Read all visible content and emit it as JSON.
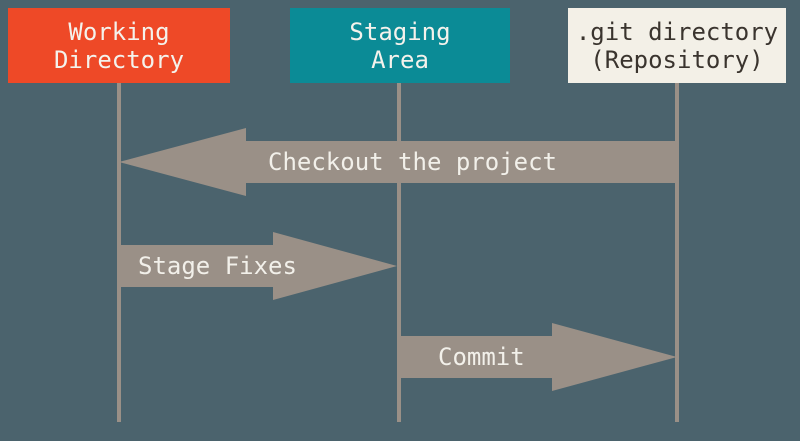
{
  "diagram": {
    "type": "git-sections-sequence-diagram",
    "columns": [
      {
        "id": "working-directory",
        "label_line1": "Working",
        "label_line2": "Directory",
        "fill": "#ee4927",
        "text_color": "#f4f2ec"
      },
      {
        "id": "staging-area",
        "label_line1": "Staging",
        "label_line2": "Area",
        "fill": "#0b8b96",
        "text_color": "#f4f2ec"
      },
      {
        "id": "git-directory",
        "label_line1": ".git directory",
        "label_line2": "(Repository)",
        "fill": "#f3f0e7",
        "text_color": "#3a342e"
      }
    ],
    "arrows": [
      {
        "id": "checkout",
        "label": "Checkout the project",
        "direction": "left",
        "from": "git-directory",
        "to": "working-directory"
      },
      {
        "id": "stage-fixes",
        "label": "Stage Fixes",
        "direction": "right",
        "from": "working-directory",
        "to": "staging-area"
      },
      {
        "id": "commit",
        "label": "Commit",
        "direction": "right",
        "from": "staging-area",
        "to": "git-directory"
      }
    ],
    "colors": {
      "background": "#4b636d",
      "arrow": "#9a9087",
      "lifeline": "#9a9087",
      "arrow_text": "#f2f0ea"
    }
  }
}
